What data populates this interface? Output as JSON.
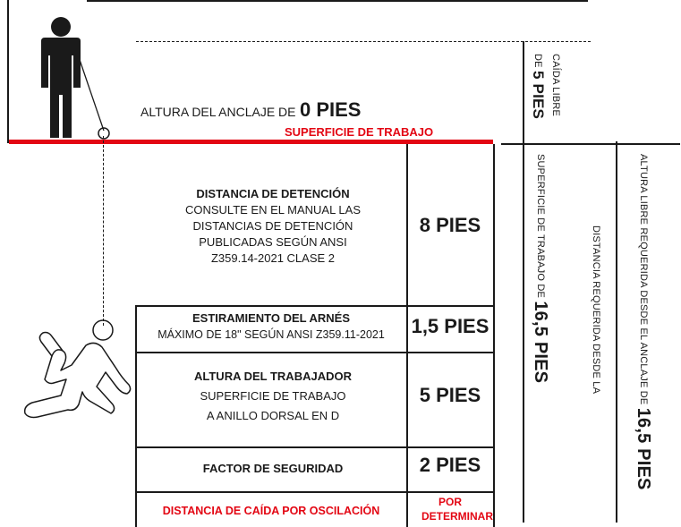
{
  "anchor": {
    "label_prefix": "ALTURA DEL ANCLAJE DE",
    "value": "0 PIES"
  },
  "work_surface_label": "SUPERFICIE DE TRABAJO",
  "free_fall": {
    "line1": "CAÍDA LIBRE",
    "line2_prefix": "DE",
    "value": "5 PIES"
  },
  "rows": [
    {
      "title": "DISTANCIA DE DETENCIÓN",
      "lines": [
        "CONSULTE EN EL MANUAL LAS",
        "DISTANCIAS DE DETENCIÓN",
        "PUBLICADAS SEGÚN ANSI",
        "Z359.14-2021 CLASE 2"
      ],
      "value": "8 PIES"
    },
    {
      "title": "ESTIRAMIENTO DEL ARNÉS",
      "lines": [
        "MÁXIMO DE 18\" SEGÚN ANSI Z359.11-2021"
      ],
      "value": "1,5 PIES"
    },
    {
      "title": "ALTURA DEL TRABAJADOR",
      "lines": [
        "SUPERFICIE DE TRABAJO",
        "A ANILLO DORSAL EN D"
      ],
      "value": "5 PIES"
    },
    {
      "title": "FACTOR DE SEGURIDAD",
      "lines": [],
      "value": "2 PIES"
    },
    {
      "title": "DISTANCIA DE CAÍDA POR OSCILACIÓN",
      "lines": [],
      "value": "POR DETERMINAR"
    }
  ],
  "required_from_surface": {
    "line1": "DISTANCIA REQUERIDA DESDE LA",
    "line2_prefix": "SUPERFICIE DE TRABAJO DE",
    "value": "16,5 PIES"
  },
  "required_from_anchor": {
    "label": "ALTURA LIBRE REQUERIDA DESDE EL ANCLAJE DE",
    "value": "16,5 PIES"
  },
  "colors": {
    "accent_red": "#e30613",
    "ink": "#1a1a1a"
  }
}
